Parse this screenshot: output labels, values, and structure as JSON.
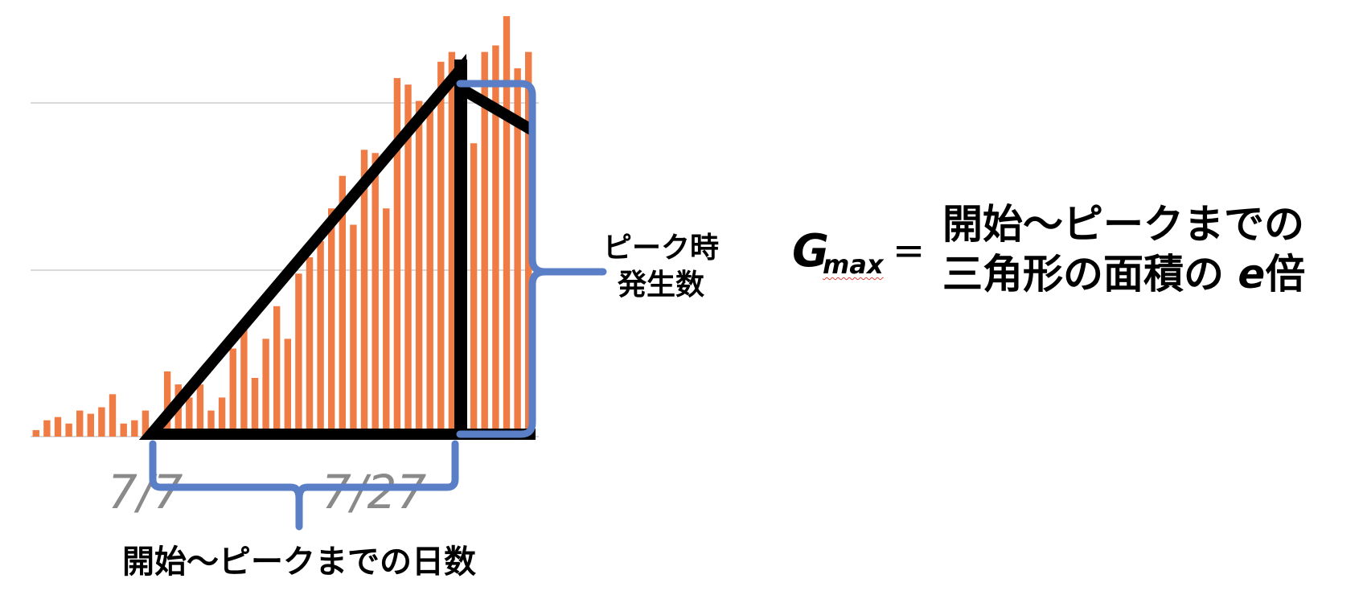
{
  "diagram": {
    "peak_label_lines": [
      "ピーク時",
      "発生数"
    ],
    "bottom_label": "開始〜ピークまでの日数",
    "formula": {
      "symbol": "G",
      "subscript": "max",
      "equals": "=",
      "line1": "開始〜ピークまでの",
      "line2_before_e": "三角形の面積の ",
      "e_symbol": "e",
      "line2_after_e": "倍"
    }
  },
  "chart_data": {
    "type": "bar",
    "x_tick_labels": [
      "7/7",
      "7/27"
    ],
    "values": [
      2,
      5,
      6,
      4,
      8,
      7,
      9,
      13,
      4,
      5,
      8,
      4,
      20,
      16,
      12,
      16,
      8,
      12,
      27,
      35,
      18,
      30,
      40,
      30,
      50,
      55,
      60,
      70,
      80,
      65,
      88,
      87,
      70,
      110,
      108,
      103,
      100,
      115,
      118,
      96,
      90,
      118,
      120,
      129,
      113,
      118
    ],
    "ylim": [
      0,
      130
    ],
    "grid": true,
    "bar_color": "#ef7c45",
    "triangle_color": "#000000",
    "bracket_color": "#5a7fc6"
  }
}
